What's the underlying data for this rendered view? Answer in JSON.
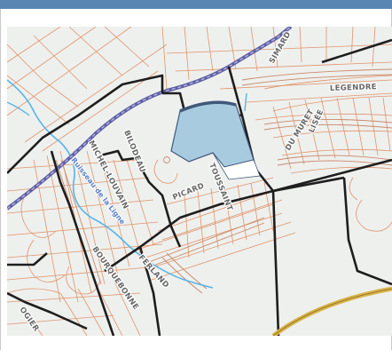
{
  "map": {
    "street_labels": {
      "simard": "SIMARD",
      "legendre": "LEGENDRE",
      "lisee": "LISÉE",
      "du_muret": "DU MURET",
      "bilodeau": "BILODEAU",
      "michel_louvain": "MICHEL-LOUVAIN",
      "picard": "PICARD",
      "toussaint": "TOUSSAINT",
      "ferland": "FERLAND",
      "bourbonniere": "BOURQUEBONNE",
      "ogier": "OGIER",
      "riviere": "Ruisseau de la Ligne"
    },
    "colors": {
      "lot_lines": "#e0946a",
      "district_lines": "#1e1e1e",
      "river": "#58b4e8",
      "highlight_fill": "#a8cbe0",
      "highlight_stroke": "#40597a",
      "railway": "#5d5fa6",
      "highway": "#d9b44a",
      "background": "#eef0ee"
    }
  }
}
